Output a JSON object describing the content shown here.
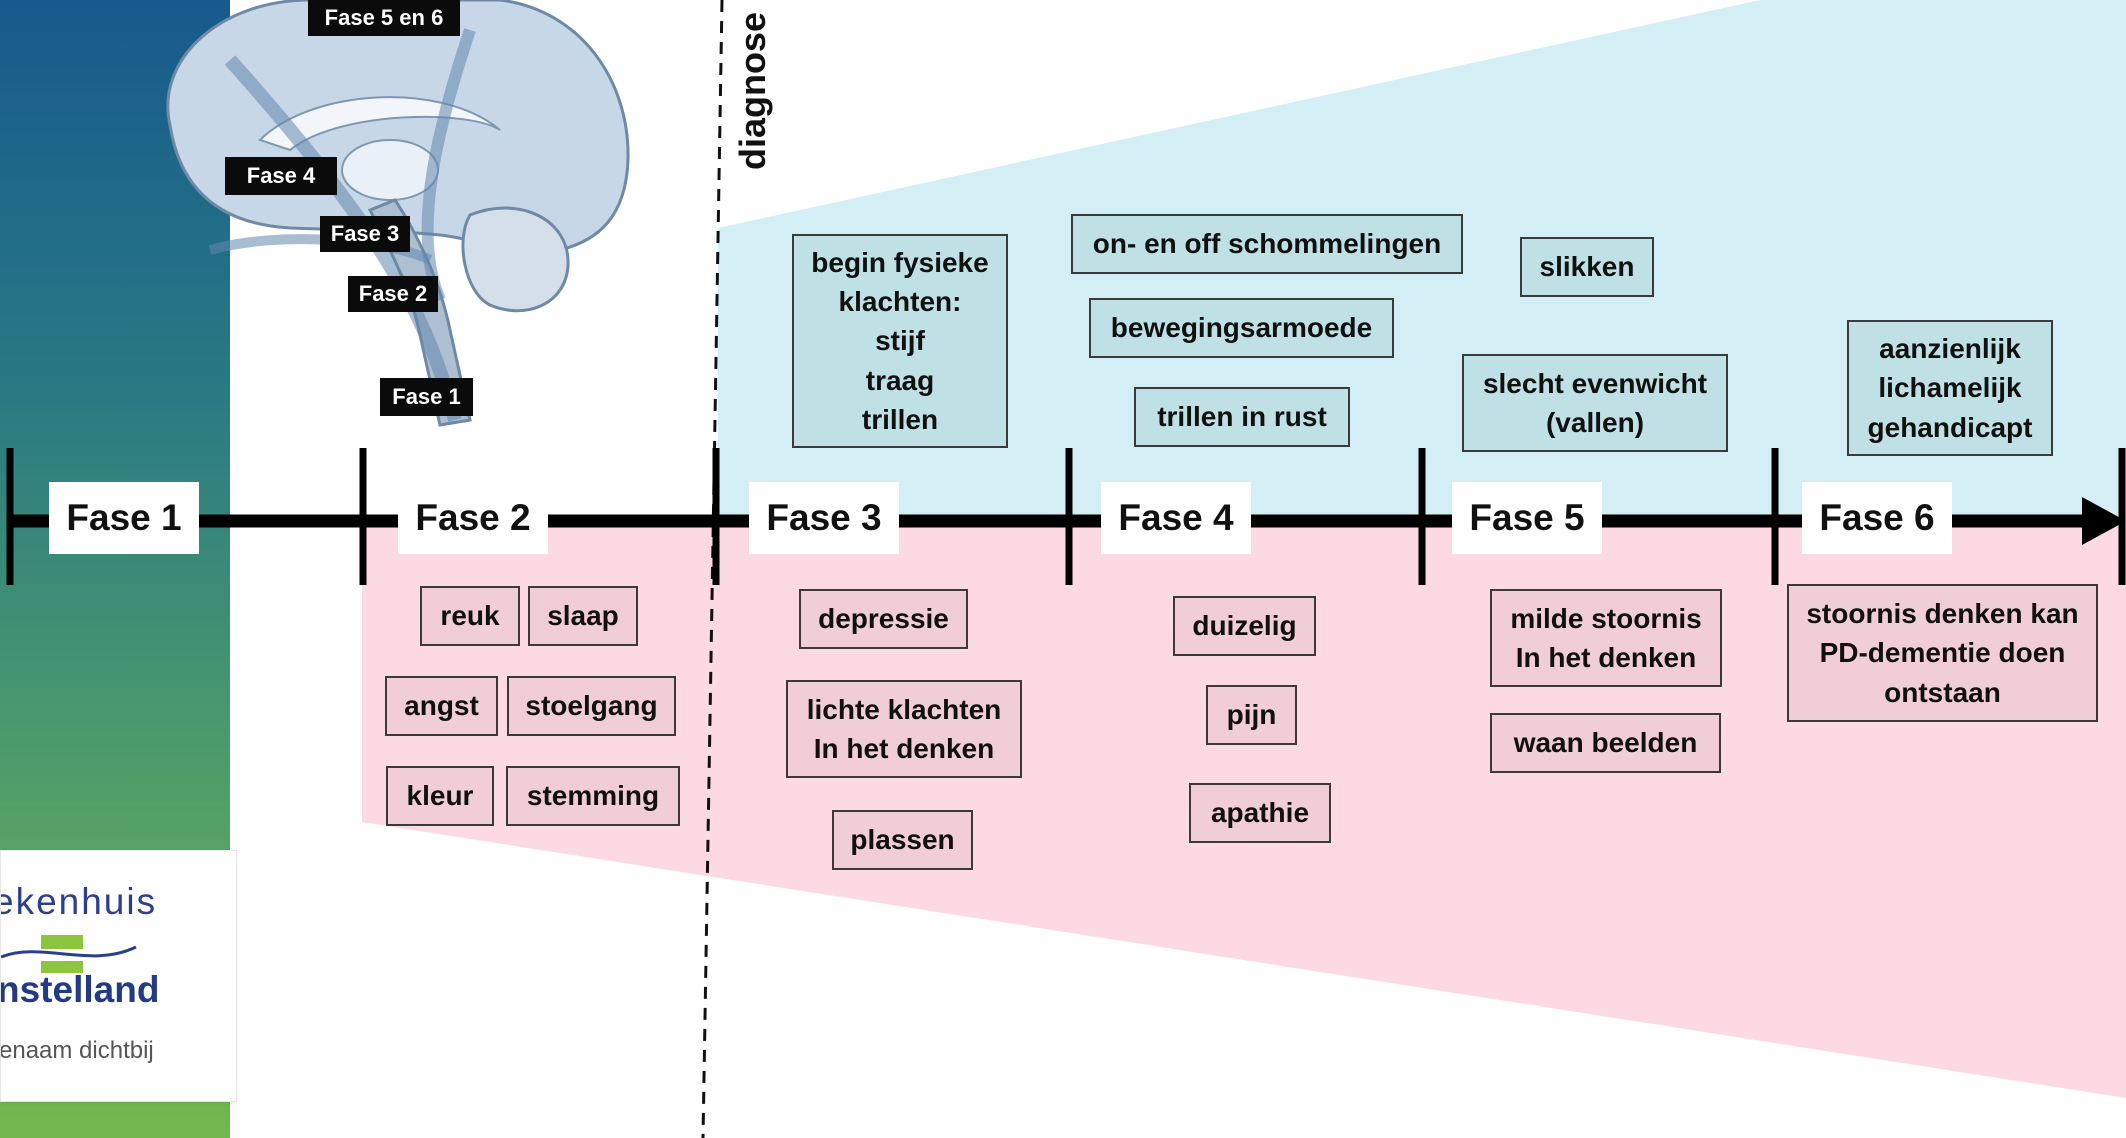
{
  "diagnose_label": "diagnose",
  "brain_labels": [
    "Fase 5 en 6",
    "Fase 4",
    "Fase 3",
    "Fase 2",
    "Fase 1"
  ],
  "phases": [
    "Fase 1",
    "Fase 2",
    "Fase 3",
    "Fase 4",
    "Fase 5",
    "Fase 6"
  ],
  "motor_symptoms": [
    "begin fysieke\nklachten:\nstijf\ntraag\ntrillen",
    "on- en off schommelingen",
    "bewegingsarmoede",
    "trillen in rust",
    "slikken",
    "slecht evenwicht\n(vallen)",
    "aanzienlijk\nlichamelijk\ngehandicapt"
  ],
  "non_motor_symptoms": [
    "reuk",
    "slaap",
    "angst",
    "stoelgang",
    "kleur",
    "stemming",
    "depressie",
    "lichte klachten\nIn het denken",
    "plassen",
    "duizelig",
    "pijn",
    "apathie",
    "milde stoornis\nIn het denken",
    "waan beelden",
    "stoornis denken kan\nPD-dementie doen\nontstaan"
  ],
  "logo": {
    "line1": "ekenhuis",
    "line2": "nstelland",
    "line3": "enaam dichtbij"
  },
  "colors": {
    "motor_band": "#d3eff5",
    "non_motor_band": "#fcd9e3",
    "motor_box": "#bfe1e5",
    "non_motor_box": "#f1cdd7",
    "timeline": "#000000"
  }
}
